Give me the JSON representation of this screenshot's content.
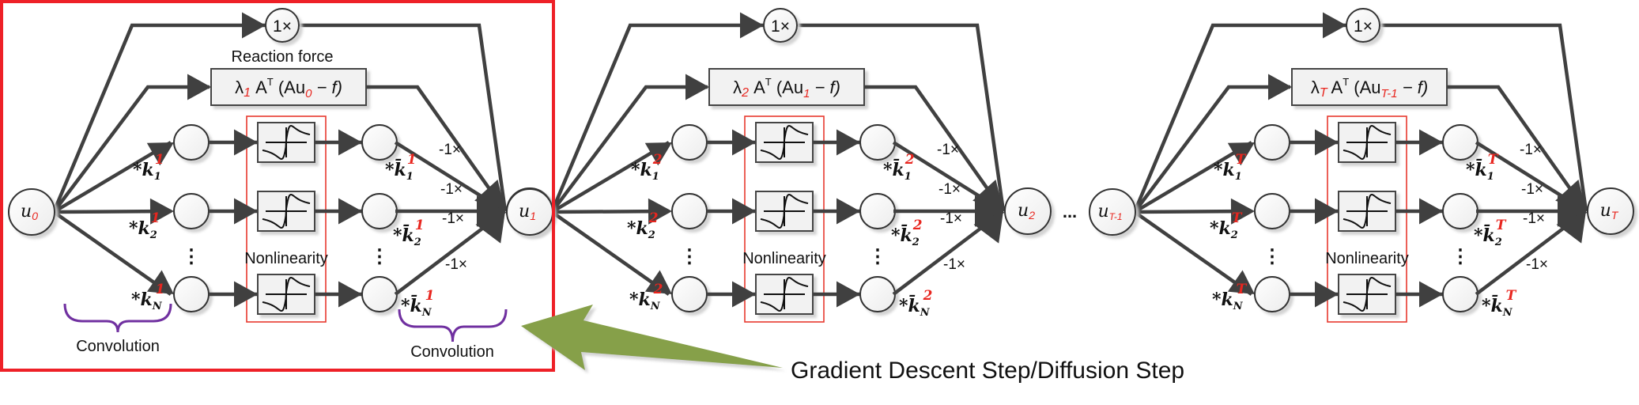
{
  "colors": {
    "line": "#404040",
    "node_fill": "#f4f4f4",
    "highlight_frame": "#ee2027",
    "nonlinearity_frame": "#e8392e",
    "brace": "#7030a0",
    "arrow": "#86a04a",
    "caption": "#e8261f",
    "index": "#e8261f"
  },
  "stages": [
    {
      "input": {
        "base": "u",
        "sub": "0"
      },
      "output": {
        "base": "u",
        "sub": "1"
      },
      "identity_label": "1×",
      "reaction": {
        "lambda": "λ",
        "lambda_sub": "1",
        "mid": " A",
        "sup": "T",
        "open": " (Au",
        "u_sub": "0",
        "close": " − f)"
      },
      "reaction_caption": "Reaction force",
      "step": "1",
      "highlighted": true
    },
    {
      "input": {
        "base": "u",
        "sub": "1"
      },
      "output": {
        "base": "u",
        "sub": "2"
      },
      "identity_label": "1×",
      "reaction": {
        "lambda": "λ",
        "lambda_sub": "2",
        "mid": " A",
        "sup": "T",
        "open": " (Au",
        "u_sub": "1",
        "close": " − f)"
      },
      "reaction_caption": "",
      "step": "2",
      "highlighted": false
    },
    {
      "input": {
        "base": "u",
        "sub": "T-1"
      },
      "output": {
        "base": "u",
        "sub": "T"
      },
      "identity_label": "1×",
      "reaction": {
        "lambda": "λ",
        "lambda_sub": "T",
        "mid": " A",
        "sup": "T",
        "open": " (Au",
        "u_sub": "T-1",
        "close": " − f)"
      },
      "reaction_caption": "",
      "step": "T",
      "highlighted": false
    }
  ],
  "branch_subs": [
    "1",
    "2",
    "N"
  ],
  "filter_prefix": "*k",
  "adjoint_prefix": "*k̄",
  "weight_label": "-1×",
  "vertical_dots": "⋮",
  "nonlinearity_label": "Nonlinearity",
  "convolution_label": "Convolution",
  "ellipsis": "...",
  "caption": "Gradient Descent Step/Diffusion Step",
  "icons": {
    "nonlinearity": "influence-function-icon",
    "step_arrow": "big-left-arrow"
  }
}
